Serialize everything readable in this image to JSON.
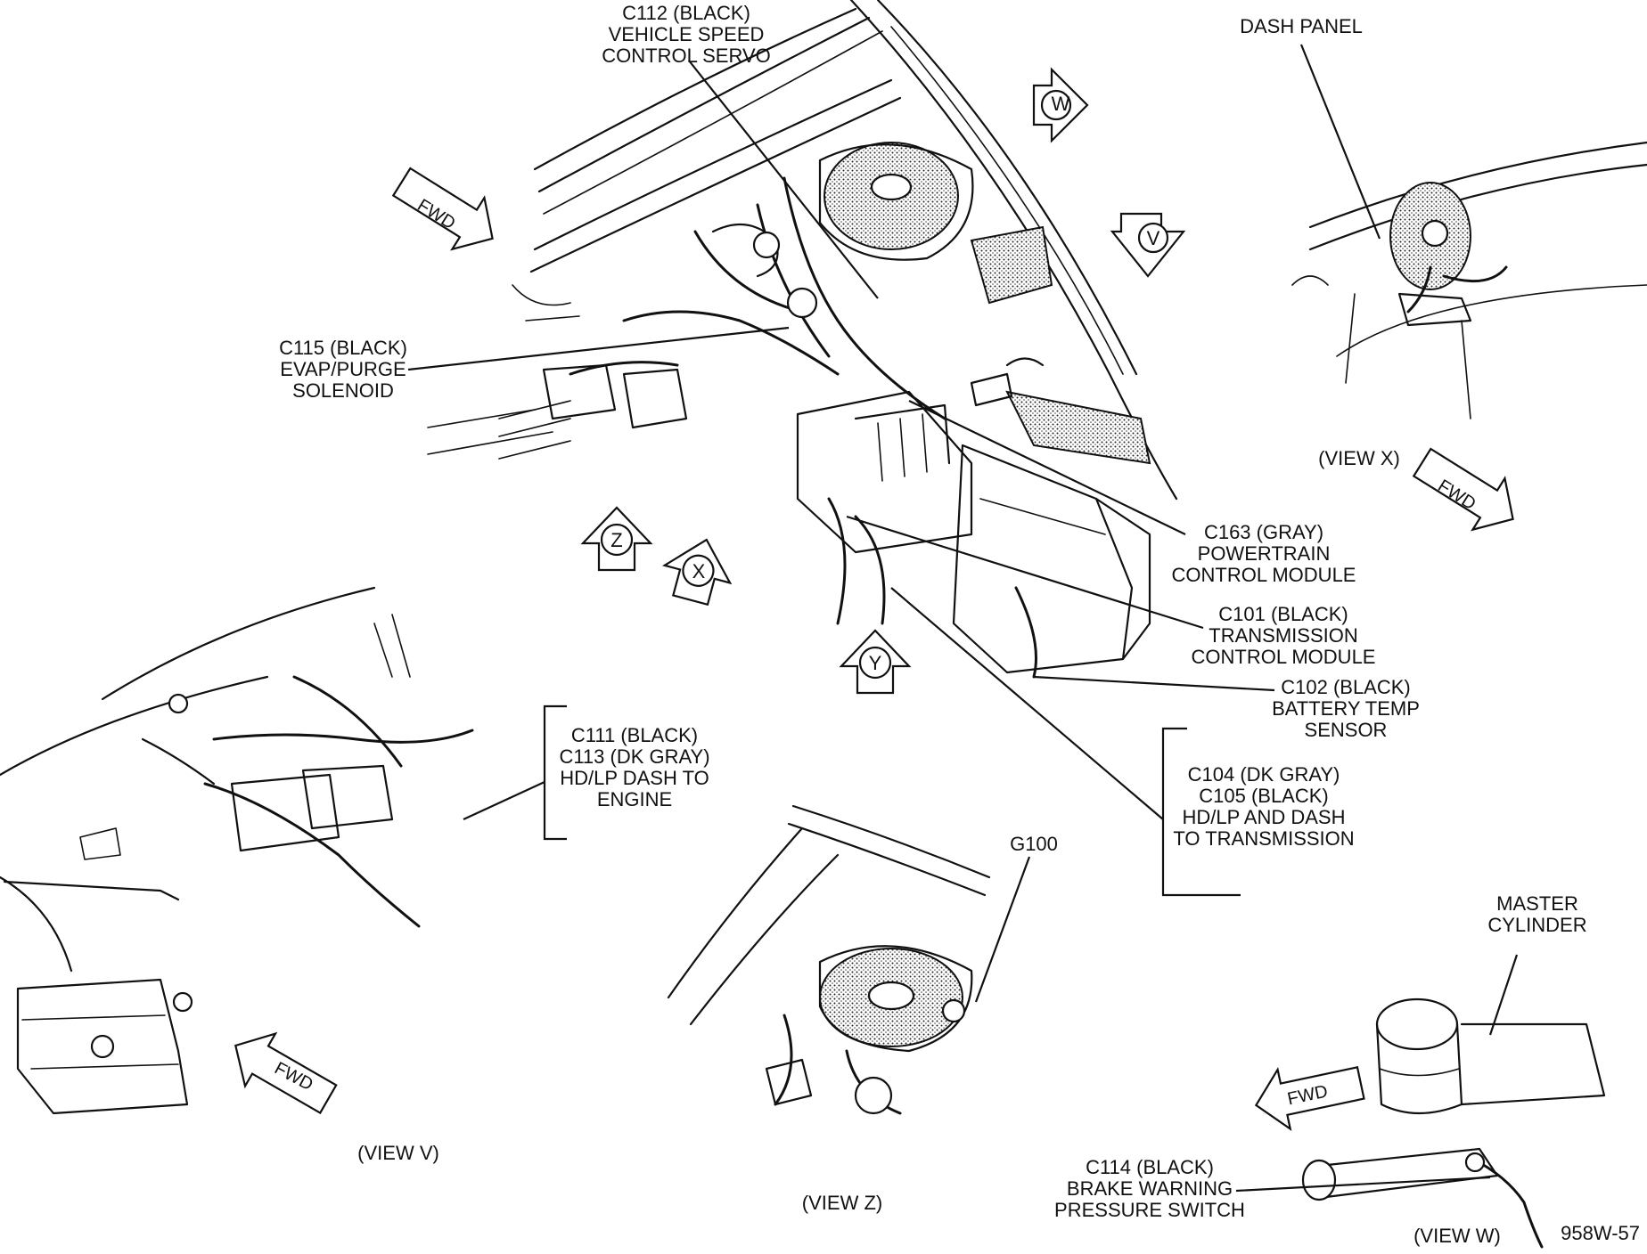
{
  "labels": {
    "c112": [
      "C112 (BLACK)",
      "VEHICLE SPEED",
      "CONTROL SERVO"
    ],
    "dash_panel": [
      "DASH PANEL"
    ],
    "c115": [
      "C115 (BLACK)",
      "EVAP/PURGE",
      "SOLENOID"
    ],
    "c163": [
      "C163 (GRAY)",
      "POWERTRAIN",
      "CONTROL MODULE"
    ],
    "c101": [
      "C101 (BLACK)",
      "TRANSMISSION",
      "CONTROL MODULE"
    ],
    "c102": [
      "C102 (BLACK)",
      "BATTERY TEMP",
      "SENSOR"
    ],
    "c104_c105": [
      "C104 (DK GRAY)",
      "C105 (BLACK)",
      "HD/LP AND DASH",
      "TO TRANSMISSION"
    ],
    "c111_c113": [
      "C111 (BLACK)",
      "C113 (DK GRAY)",
      "HD/LP DASH TO",
      "ENGINE"
    ],
    "g100": [
      "G100"
    ],
    "master_cylinder": [
      "MASTER",
      "CYLINDER"
    ],
    "c114": [
      "C114 (BLACK)",
      "BRAKE WARNING",
      "PRESSURE SWITCH"
    ]
  },
  "views": {
    "x": "(VIEW X)",
    "v": "(VIEW V)",
    "z": "(VIEW Z)",
    "w": "(VIEW W)"
  },
  "view_markers": [
    "W",
    "V",
    "Z",
    "X",
    "Y"
  ],
  "fwd_label": "FWD",
  "figure_id": "958W-57"
}
